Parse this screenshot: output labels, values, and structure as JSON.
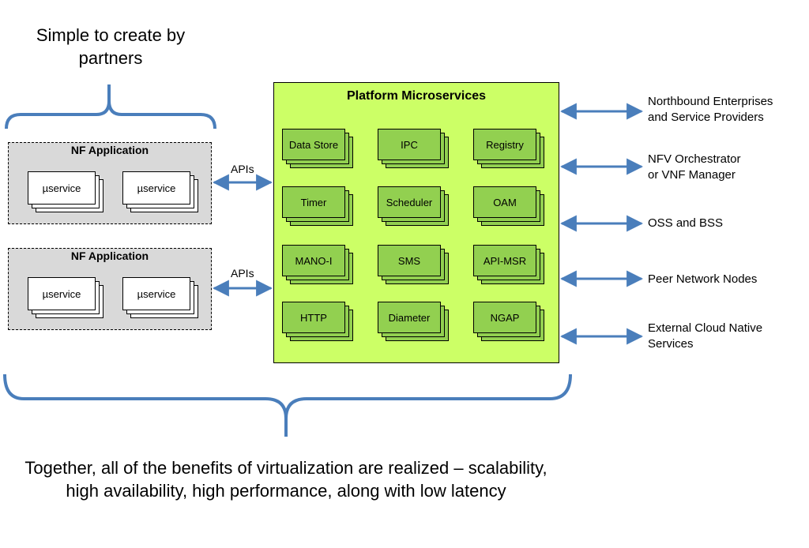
{
  "top_caption": "Simple to create by partners",
  "bottom_caption": "Together, all of the benefits of virtualization are realized – scalability, high availability, high performance, along with low latency",
  "nf_applications": [
    {
      "title": "NF Application",
      "services": [
        "µservice",
        "µservice"
      ],
      "apis_label": "APIs"
    },
    {
      "title": "NF Application",
      "services": [
        "µservice",
        "µservice"
      ],
      "apis_label": "APIs"
    }
  ],
  "platform": {
    "title": "Platform Microservices",
    "services": [
      "Data Store",
      "IPC",
      "Registry",
      "Timer",
      "Scheduler",
      "OAM",
      "MANO-I",
      "SMS",
      "API-MSR",
      "HTTP",
      "Diameter",
      "NGAP"
    ]
  },
  "interfaces": [
    {
      "label_line1": "Northbound Enterprises",
      "label_line2": "and Service Providers"
    },
    {
      "label_line1": "NFV Orchestrator",
      "label_line2": "or VNF Manager"
    },
    {
      "label_line1": "OSS and BSS",
      "label_line2": ""
    },
    {
      "label_line1": "Peer Network Nodes",
      "label_line2": ""
    },
    {
      "label_line1": "External Cloud Native",
      "label_line2": "Services"
    }
  ],
  "colors": {
    "bracket": "#4a7ebb",
    "arrow": "#4a7ebb",
    "platform_bg": "#ccff66",
    "microservice_bg": "#92d050",
    "nf_bg": "#d9d9d9"
  }
}
